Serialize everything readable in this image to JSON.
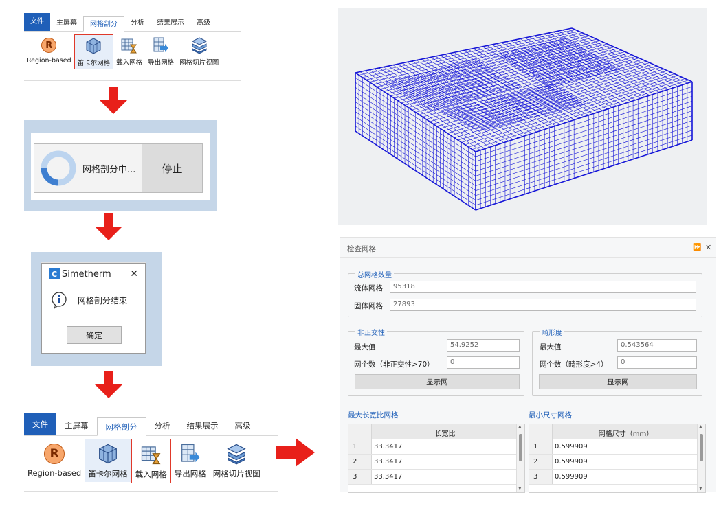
{
  "ribbon": {
    "tabs": [
      "文件",
      "主屏幕",
      "网格剖分",
      "分析",
      "结果展示",
      "高级"
    ],
    "tools": [
      "Region-based",
      "笛卡尔网格",
      "载入网格",
      "导出网格",
      "网格切片视图"
    ]
  },
  "progress": {
    "label": "网格剖分中...",
    "stop_label": "停止"
  },
  "dialog": {
    "title": "Simetherm",
    "close": "✕",
    "message": "网格剖分结束",
    "ok_label": "确定"
  },
  "check_panel": {
    "title": "检查网格",
    "header_icons": [
      "⏩",
      "✕"
    ],
    "total_group": "总网格数量",
    "fluid_label": "流体网格",
    "fluid_value": "95318",
    "solid_label": "固体网格",
    "solid_value": "27893",
    "nonortho_group": "非正交性",
    "nonortho_max_label": "最大值",
    "nonortho_max_value": "54.9252",
    "nonortho_count_label": "网个数（非正交性>70）",
    "nonortho_count_value": "0",
    "nonortho_show": "显示网",
    "skew_group": "畸形度",
    "skew_max_label": "最大值",
    "skew_max_value": "0.543564",
    "skew_count_label": "网个数（畸形度>4）",
    "skew_count_value": "0",
    "skew_show": "显示网",
    "aspect_section": "最大长宽比网格",
    "aspect_header": "长宽比",
    "aspect_rows": [
      {
        "idx": "1",
        "value": "33.3417"
      },
      {
        "idx": "2",
        "value": "33.3417"
      },
      {
        "idx": "3",
        "value": "33.3417"
      }
    ],
    "size_section": "最小尺寸网格",
    "size_header": "网格尺寸（mm）",
    "size_rows": [
      {
        "idx": "1",
        "value": "0.599909"
      },
      {
        "idx": "2",
        "value": "0.599909"
      },
      {
        "idx": "3",
        "value": "0.599909"
      }
    ]
  },
  "colors": {
    "accent": "#1f5fb8",
    "arrow": "#e8201a",
    "mesh": "#1515d8",
    "highlight_box": "#e0392a"
  }
}
